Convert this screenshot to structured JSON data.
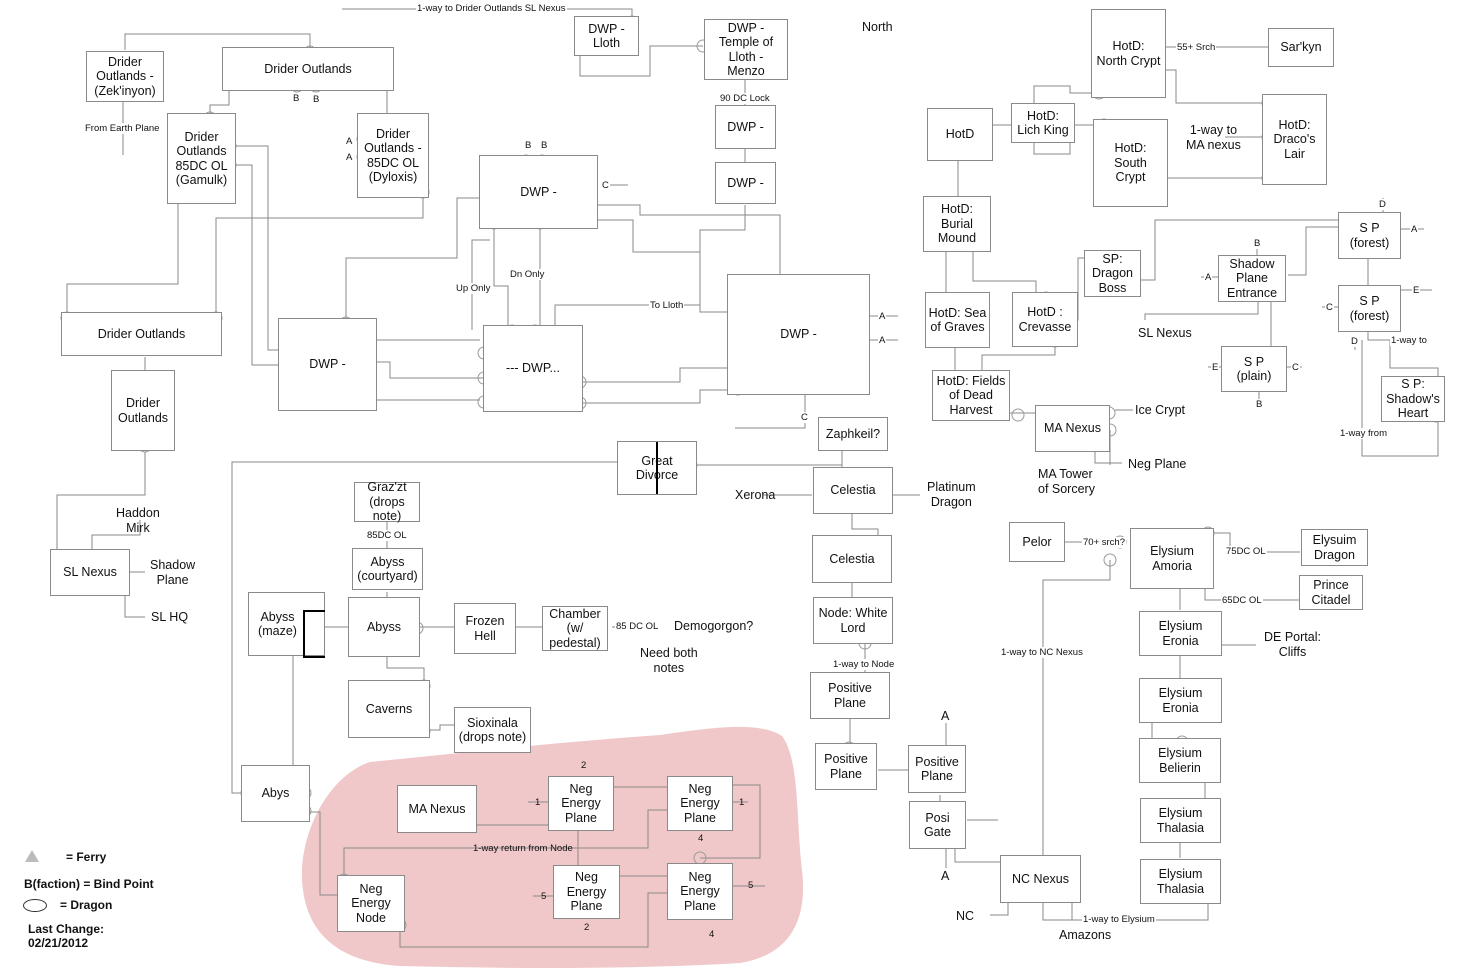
{
  "title_hint": "North",
  "colors": {
    "line": "#8a8a8a",
    "highlight_region": "#f0c8ca",
    "text": "#111111"
  },
  "nodes": {
    "drider_zekinyon": "Drider\nOutlands -\n(Zek'inyon)",
    "drider_top": "Drider Outlands",
    "drider_gamulk": "Drider\nOutlands\n85DC OL\n(Gamulk)",
    "drider_dyloxis": "Drider\nOutlands -\n85DC OL\n(Dyloxis)",
    "drider_mid": "Drider Outlands",
    "drider_low": "Drider\nOutlands",
    "sl_nexus": "SL Nexus",
    "dwp_lloth": "DWP -\nLloth",
    "dwp_temple": "DWP -\nTemple of\nLloth -\nMenzo",
    "dwp_a": "DWP -",
    "dwp_b": "DWP -",
    "dwp_c": "DWP -",
    "dwp_left": "DWP -",
    "dwp_center": "--- DWP...",
    "dwp_right": "DWP -",
    "hotd": "HotD",
    "hotd_lich": "HotD:\nLich King",
    "hotd_north": "HotD:\nNorth Crypt",
    "hotd_south": "HotD:\nSouth\nCrypt",
    "sarkyn": "Sar'kyn",
    "hotd_draco": "HotD:\nDraco's\nLair",
    "hotd_burial": "HotD:\nBurial\nMound",
    "hotd_sea": "HotD: Sea\nof Graves",
    "hotd_crevasse": "HotD :\nCrevasse",
    "hotd_fields": "HotD: Fields\nof Dead\nHarvest",
    "ma_nexus_top": "MA Nexus",
    "sp_dragon": "SP:\nDragon\nBoss",
    "sp_entrance": "Shadow\nPlane\nEntrance",
    "sp_forest1": "S P\n(forest)",
    "sp_forest2": "S P\n(forest)",
    "sp_plain": "S P\n(plain)",
    "sp_heart": "S P:\nShadow's\nHeart",
    "great_divorce": "Great\nDivorce",
    "zaphkeil": "Zaphkeil?",
    "celestia1": "Celestia",
    "celestia2": "Celestia",
    "node_white": "Node: White\nLord",
    "positive1": "Positive\nPlane",
    "positive2": "Positive\nPlane",
    "positive3": "Positive\nPlane",
    "posi_gate": "Posi\nGate",
    "nc_nexus": "NC Nexus",
    "grazzt": "Graz'zt\n(drops\nnote)",
    "abyss_court": "Abyss\n(courtyard)",
    "abyss_maze": "Abyss\n(maze)",
    "abyss": "Abyss",
    "frozen_hell": "Frozen\nHell",
    "chamber": "Chamber\n(w/\npedestal)",
    "caverns": "Caverns",
    "sioxinala": "Sioxinala\n(drops note)",
    "abyss_low": "Abys",
    "ma_nexus_low": "MA Nexus",
    "neg1": "Neg\nEnergy\nPlane",
    "neg2": "Neg\nEnergy\nPlane",
    "neg3": "Neg\nEnergy\nPlane",
    "neg4": "Neg\nEnergy\nPlane",
    "neg_node": "Neg\nEnergy\nNode",
    "pelor": "Pelor",
    "ely_amoria": "Elysium\nAmoria",
    "ely_dragon": "Elysuim\nDragon",
    "prince": "Prince\nCitadel",
    "ely_eronia1": "Elysium\nEronia",
    "ely_eronia2": "Elysium\nEronia",
    "ely_belierin": "Elysium\nBelierin",
    "ely_thal1": "Elysium\nThalasia",
    "ely_thal2": "Elysium\nThalasia"
  },
  "labels": {
    "north": "North",
    "from_earth": "From Earth Plane",
    "oneway_drider": "1-way to  Drider Outlands SL Nexus",
    "lock90": "90 DC Lock",
    "up_only": "Up Only",
    "dn_only": "Dn Only",
    "to_lloth": "To Lloth",
    "srch55": "55+ Srch",
    "oneway_ma": "1-way to\nMA nexus",
    "sl_nexus_text": "SL Nexus",
    "ice_crypt": "Ice Crypt",
    "neg_plane": "Neg Plane",
    "ma_tower": "MA Tower\nof Sorcery",
    "oneway_to": "1-way to",
    "oneway_from": "1-way from",
    "haddon": "Haddon\nMirk",
    "shadow_plane": "Shadow\nPlane",
    "sl_hq": "SL HQ",
    "ol85_abyss": "85DC OL",
    "ol85_chamber": "85 DC OL",
    "demogorgon": "Demogorgon?",
    "need_notes": "Need both\nnotes",
    "xerona": "Xerona",
    "platinum": "Platinum\nDragon",
    "oneway_node": "1-way to Node",
    "oneway_nc": "1-way to NC Nexus",
    "srch70": "70+ srch?",
    "ol75": "75DC OL",
    "ol65": "65DC OL",
    "de_portal": "DE Portal:\nCliffs",
    "nc": "NC",
    "amazons": "Amazons",
    "oneway_ely": "1-way to Elysium",
    "oneway_return": "1-way return from Node",
    "A": "A",
    "B": "B",
    "C": "C",
    "D": "D",
    "E": "E",
    "n1": "1",
    "n2": "2",
    "n4": "4",
    "n5": "5"
  },
  "legend": {
    "ferry": "= Ferry",
    "bind": "B(faction) = Bind Point",
    "dragon": "= Dragon",
    "last_change": "Last Change:\n  02/21/2012"
  }
}
